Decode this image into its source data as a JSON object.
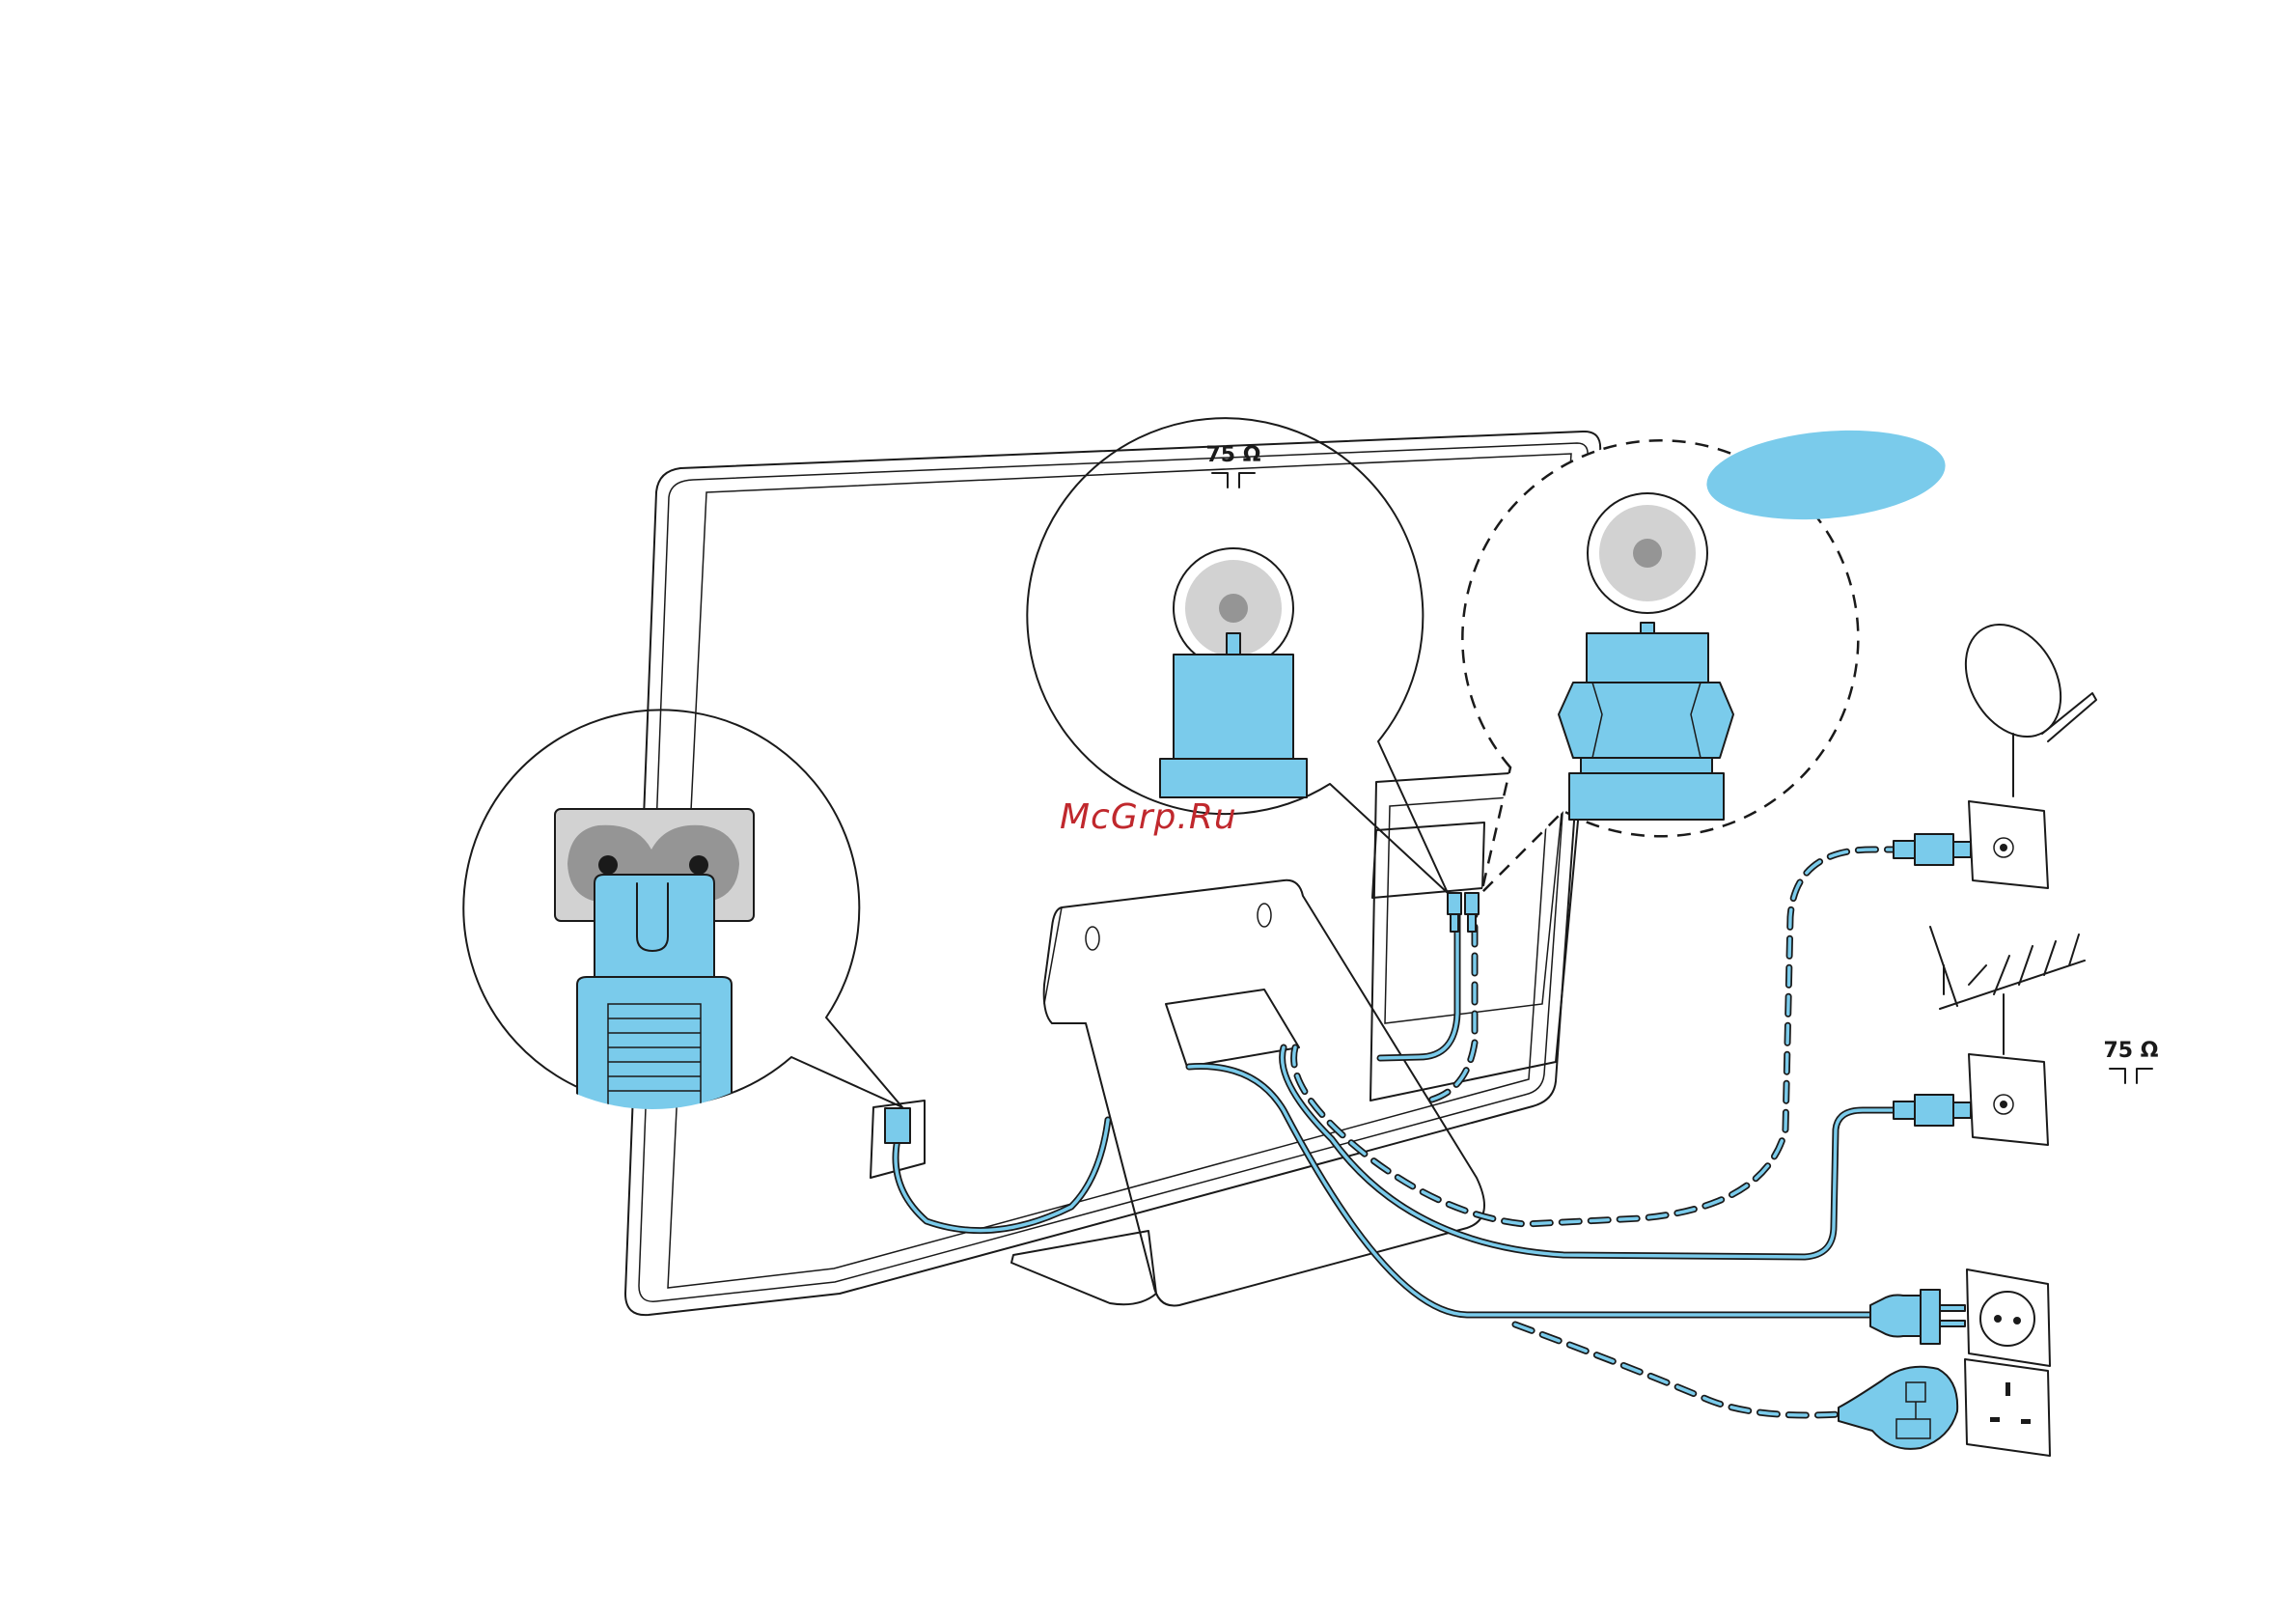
{
  "diagram": {
    "ohm_label_top": "75 Ω",
    "ohm_label_right": "75 Ω",
    "watermark": "McGrp.Ru"
  },
  "colors": {
    "accent_blue": "#7acbeb",
    "outline": "#1a1a1a",
    "watermark_red": "#c0282d",
    "grey_light": "#d2d2d2",
    "grey_dark": "#959595"
  },
  "icons": [
    "power-inlet-callout-icon",
    "antenna-socket-callout-icon",
    "satellite-socket-callout-icon",
    "satellite-dish-icon",
    "terrestrial-antenna-icon",
    "wall-antenna-socket-icon",
    "eu-power-socket-icon",
    "uk-power-socket-icon",
    "eu-power-plug-icon",
    "uk-power-plug-icon",
    "tv-monitor-icon"
  ]
}
